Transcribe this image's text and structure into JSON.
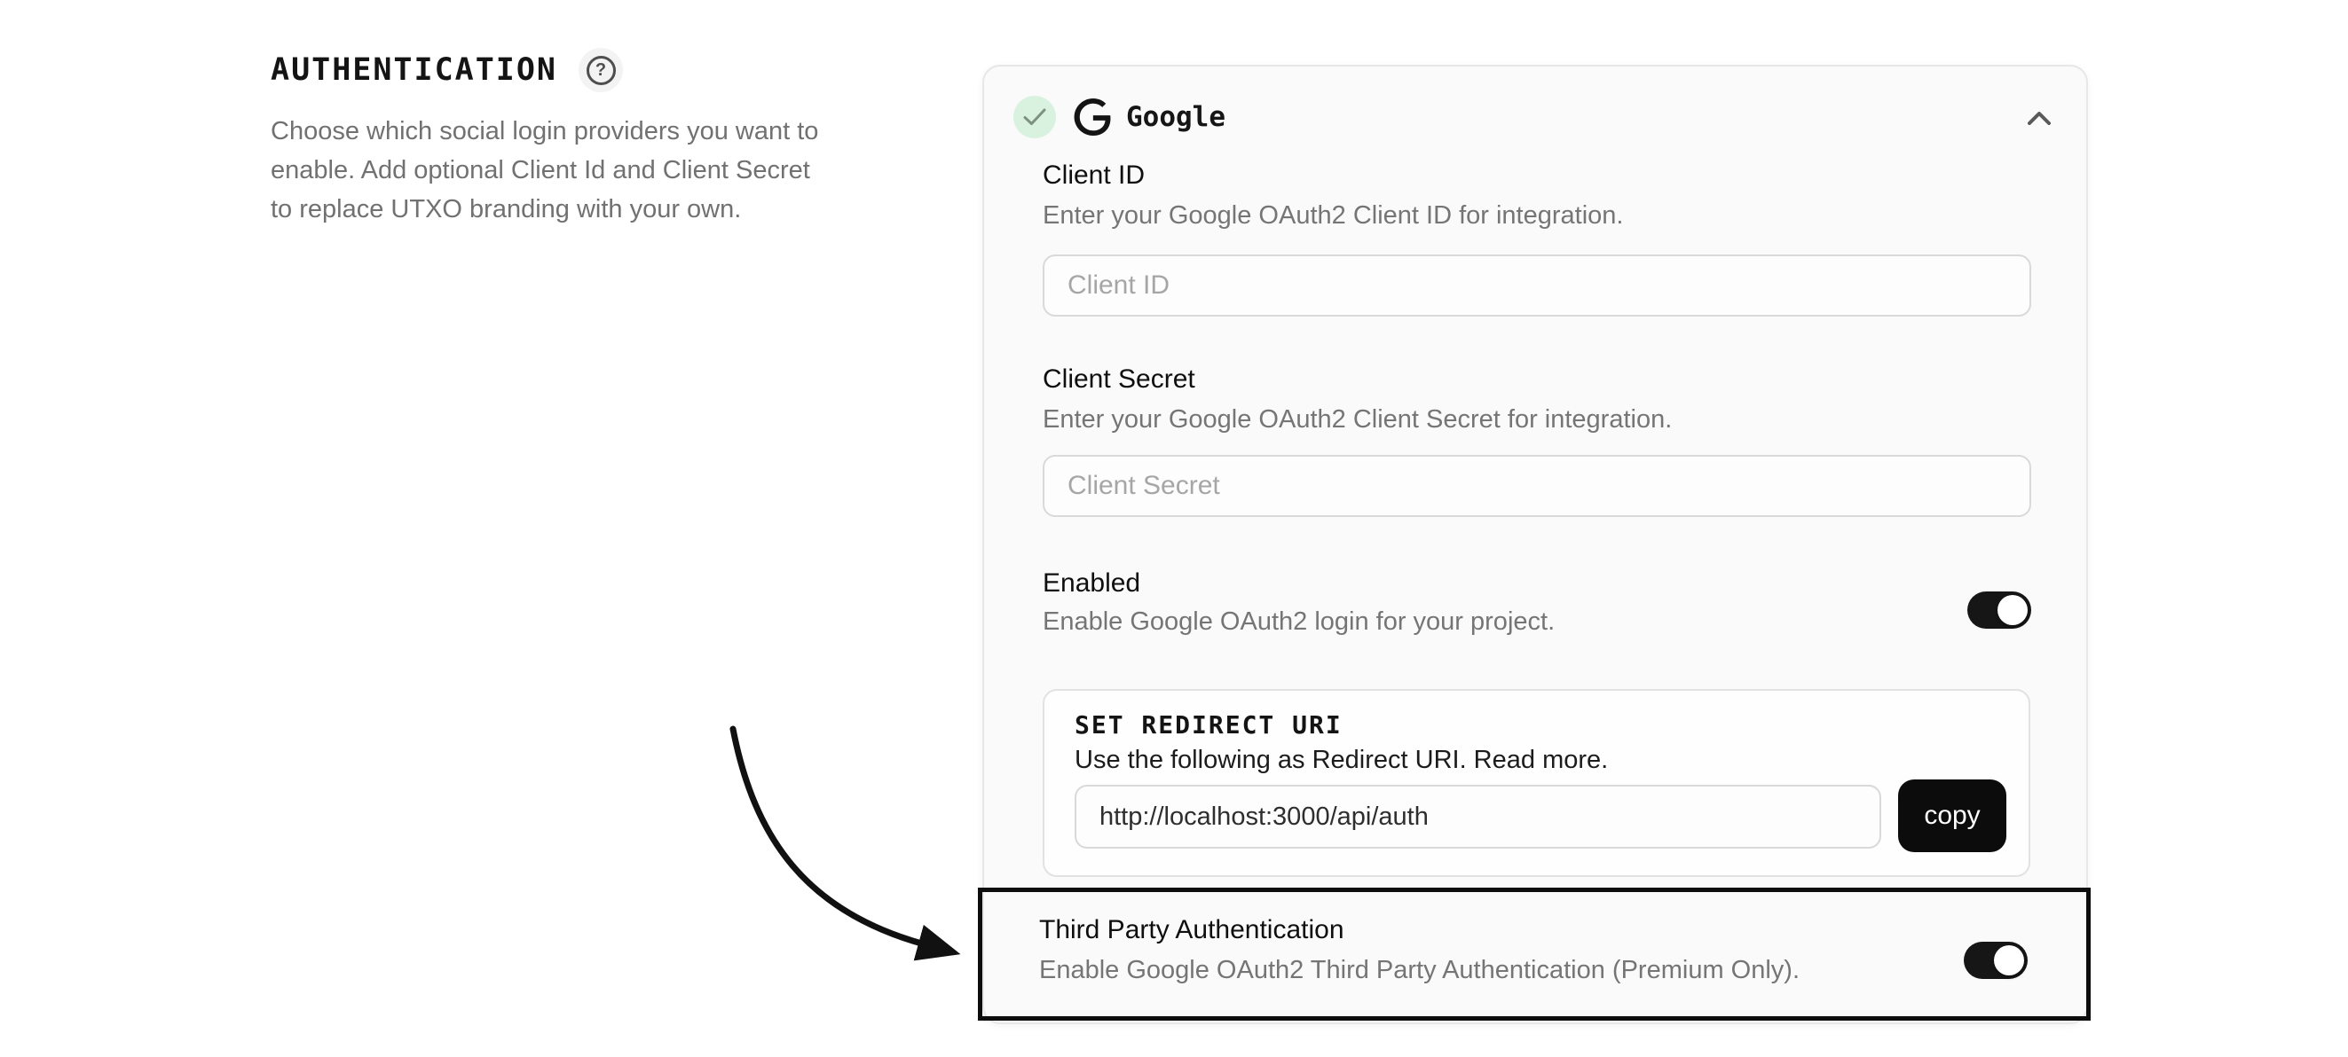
{
  "section": {
    "title": "AUTHENTICATION",
    "help_icon": "circled-question-mark",
    "help_glyph": "?",
    "description": "Choose which social login providers you want to enable. Add optional Client Id and Client Secret to replace UTXO branding with your own."
  },
  "card": {
    "status_icon": "check-circle",
    "provider_icon": "google-g-logo",
    "provider": "Google",
    "collapse_icon": "chevron-up",
    "client_id": {
      "label": "Client ID",
      "description": "Enter your Google OAuth2 Client ID for integration.",
      "value": "",
      "placeholder": "Client ID"
    },
    "client_secret": {
      "label": "Client Secret",
      "description": "Enter your Google OAuth2 Client Secret for integration.",
      "value": "",
      "placeholder": "Client Secret"
    },
    "enabled": {
      "label": "Enabled",
      "description": "Enable Google OAuth2 login for your project.",
      "state": "on"
    },
    "redirect": {
      "title": "SET REDIRECT URI",
      "description": "Use the following as Redirect URI. Read more.",
      "uri_value": "http://localhost:3000/api/auth",
      "copy_label": "copy"
    },
    "third_party": {
      "label": "Third Party Authentication",
      "description": "Enable Google OAuth2 Third Party Authentication (Premium Only).",
      "state": "on"
    }
  },
  "annotation": {
    "arrow": "hand-drawn-curved-arrow-pointing-to-third-party-row"
  },
  "colors": {
    "page_bg": "#ffffff",
    "card_bg": "#fafafa",
    "card_border": "#e7e7e7",
    "check_circle_bg": "#d9f2e0",
    "check_mark": "#7d917f",
    "toggle_on": "#161616",
    "copy_button_bg": "#0c0c0c",
    "highlight_border": "#0d0d0d",
    "muted_text": "#717171"
  }
}
